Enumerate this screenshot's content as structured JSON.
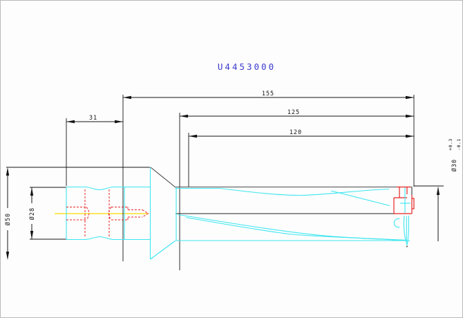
{
  "title": "U4453000",
  "drawing": {
    "dim_overall_length": "155",
    "dim_flute_length": "125",
    "dim_usable_length": "120",
    "dim_shank_length": "31",
    "dim_flange_diameter": "Ø50",
    "dim_shank_diameter": "Ø28",
    "dim_cutting_diameter": "Ø30",
    "tol_upper": "+0.3",
    "tol_lower": "-0.1"
  },
  "colors": {
    "contour": "#3ce6f0",
    "hidden": "#e62222",
    "centerline": "#ffdc00",
    "dim": "#141414",
    "dark_edge": "#4a4a4a",
    "title": "#3a3ace"
  }
}
